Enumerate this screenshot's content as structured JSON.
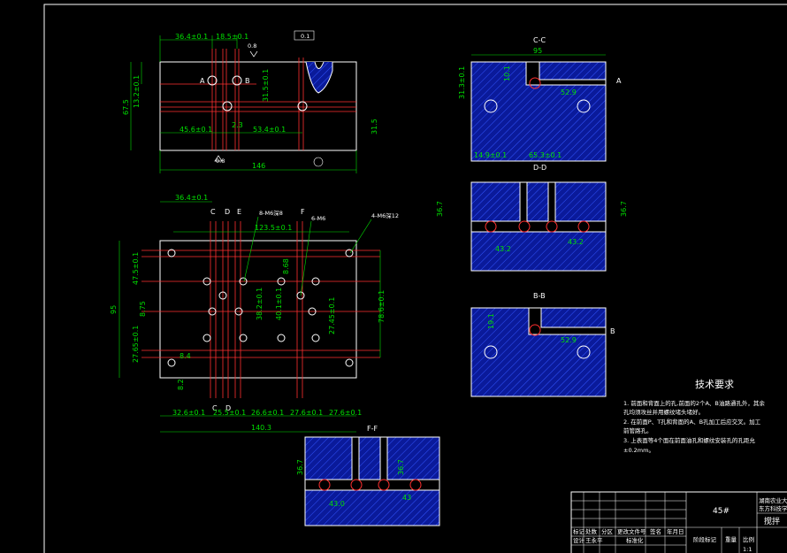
{
  "front_view": {
    "dims": {
      "d_36_4": "36.4±0.1",
      "d_18_5": "18.5±0.1",
      "d_13_2": "13.2±0.1",
      "d_67_5": "67.5",
      "d_31_5": "31.5±0.1",
      "d_45_6": "45.6±0.1",
      "d_53_4": "53.4±0.1",
      "d_31_5b": "31.5",
      "d_146": "146",
      "d_2_3": "2.3"
    },
    "labels": {
      "a": "A",
      "b": "B"
    },
    "roughness": {
      "r1": "0.8",
      "r2": "0.8",
      "tol": "0.1"
    }
  },
  "plan_view": {
    "dims": {
      "d_36_4": "36.4±0.1",
      "d_123_5": "123.5±0.1",
      "d_95": "95",
      "d_47_5": "47.5±0.1",
      "d_8_75": "8.75",
      "d_27_65": "27.65±0.1",
      "d_8_4": "8.4",
      "d_8_2": "8.2",
      "d_38_2": "38.2±0.1",
      "d_40_1": "40.1±0.1",
      "d_8_68": "8.68",
      "d_27_45": "27.45±0.1",
      "d_78_6": "78.6±0.1",
      "d_32_6": "32.6±0.1",
      "d_25_5": "25.5±0.1",
      "d_26_6": "26.6±0.1",
      "d_27_6": "27.6±0.1",
      "d_27_6b": "27.6±0.1",
      "d_140_3": "140.3"
    },
    "notes": {
      "n1": "8-M6深8",
      "n2": "6-M6",
      "n3": "4-M6深12",
      "n4": "8.2"
    },
    "letters": {
      "c": "C",
      "d": "D",
      "e": "E",
      "f": "F"
    }
  },
  "section_cc": {
    "title": "C-C",
    "dims": {
      "w": "95",
      "h": "31.3±0.1",
      "a": "10.1",
      "b": "52.9",
      "c": "14.9±0.1",
      "d": "65.3±0.1"
    },
    "label": "A"
  },
  "section_dd": {
    "title": "D-D",
    "dims": {
      "h1": "36.7",
      "h2": "36.7",
      "a": "43.2",
      "b": "43.2"
    }
  },
  "section_bb": {
    "title": "B-B",
    "dims": {
      "a": "19.1",
      "b": "52.9"
    },
    "label": "B"
  },
  "section_ff": {
    "title": "F-F",
    "dims": {
      "h1": "36.7",
      "h2": "36.7",
      "a": "43.0",
      "b": "43"
    }
  },
  "tech_requirements": {
    "title": "技术要求",
    "lines": [
      "1. 前面和背面上的孔,前面的2个A、B油路通孔外，其余",
      "孔均须攻丝并用螺纹堵头堵好。",
      "2. 在前面P、T孔和背面的A、B孔加工后应交叉。加工",
      "前管路孔。",
      "3. 上表面等4个面在前面油孔和螺纹安装孔的孔距允",
      "±0.2mm。"
    ]
  },
  "title_block": {
    "material": "45#",
    "school": "湖南农业大",
    "school2": "东方科技学",
    "part_name": "搅拌",
    "r1": [
      "标记",
      "处数",
      "分区",
      "更改文件号",
      "签名",
      "年月日"
    ],
    "r2": [
      "设计",
      "王永平",
      "",
      "标准化",
      ""
    ],
    "r3": [
      "阶段标记",
      "重量",
      "比例"
    ],
    "scale": "1:1"
  }
}
